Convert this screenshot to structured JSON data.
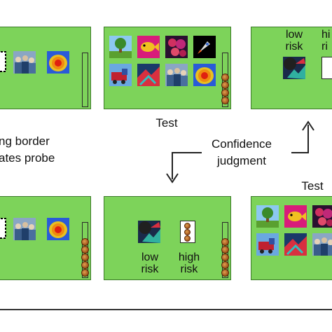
{
  "captions": {
    "test_top": "Test",
    "test_right": "Test",
    "border_line1": "ng border",
    "border_line2": "ates probe",
    "confidence_line1": "Confidence",
    "confidence_line2": "judgment"
  },
  "risk_labels": {
    "low_line1": "low",
    "low_line2": "risk",
    "high_line1": "high",
    "high_line2": "risk",
    "high_cut_line1": "hi",
    "high_cut_line2": "ri"
  },
  "colors": {
    "panel": "#7dd35a",
    "panel_border": "#3d7a2a",
    "coin": "#b06020",
    "arrow": "#222222"
  },
  "icons": {
    "tree": "tree-icon",
    "fish": "fish-icon",
    "flower": "flower-icon",
    "rocket": "rocket-icon",
    "train": "train-icon",
    "abstract": "abstract-icon",
    "crowd": "crowd-icon",
    "heat": "heat-icon",
    "probe": "probe-icon",
    "coins": "coin-icon"
  }
}
